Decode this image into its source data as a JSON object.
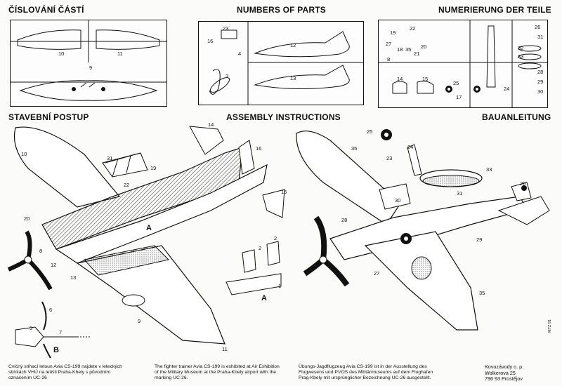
{
  "headings": {
    "parts_cz": "ČÍSLOVÁNÍ ČÁSTÍ",
    "parts_en": "NUMBERS OF PARTS",
    "parts_de": "NUMERIERUNG DER TEILE",
    "assembly_cz": "STAVEBNÍ POSTUP",
    "assembly_en": "ASSEMBLY INSTRUCTIONS",
    "assembly_de": "BAUANLEITUNG"
  },
  "sprue1_labels": [
    "10",
    "11",
    "9"
  ],
  "sprue2_labels": [
    "23",
    "16",
    "4",
    "3",
    "12",
    "13"
  ],
  "sprue3_labels": [
    "19",
    "22",
    "27",
    "18",
    "35",
    "20",
    "21",
    "8",
    "14",
    "15",
    "25",
    "17",
    "24",
    "26",
    "31",
    "32",
    "33",
    "28",
    "29",
    "30"
  ],
  "assembly_left_labels": [
    "10",
    "31",
    "22",
    "19",
    "20",
    "14",
    "16",
    "15",
    "8",
    "12",
    "13",
    "A",
    "2",
    "2",
    "1",
    "9",
    "11",
    "6",
    "5",
    "7"
  ],
  "assembly_right_labels": [
    "25",
    "35",
    "24",
    "23",
    "33",
    "26",
    "31",
    "30",
    "28",
    "29",
    "27",
    "35"
  ],
  "sub_assembly": {
    "a": "A",
    "b": "B"
  },
  "captions": {
    "cz": "Cvičný stíhací letoun Avia CS-199 najdete v leteckých sbírkách VHÚ na letišti Praha-Kbely s původním označením UC-26",
    "en": "The fighter trainer Avia CS-199 is exhibited at Air Exhibition of the Military Museum at the Praha-Kbely airport with the marking UC-26.",
    "de": "Übungs-Jagdflugzeug Avia CS-199 ist in der Ausstellung des Flugwesens und PVOS des Militärmuseums auf dem Flughafen Prag-Kbely mit ursprünglicher Bezeichnung UC-26 ausgestellt."
  },
  "address": {
    "line1": "Kovozávody o. p.",
    "line2": "Wolkerova 25",
    "line3": "796 93 Prostějov"
  },
  "side_code": "MTZ 91"
}
